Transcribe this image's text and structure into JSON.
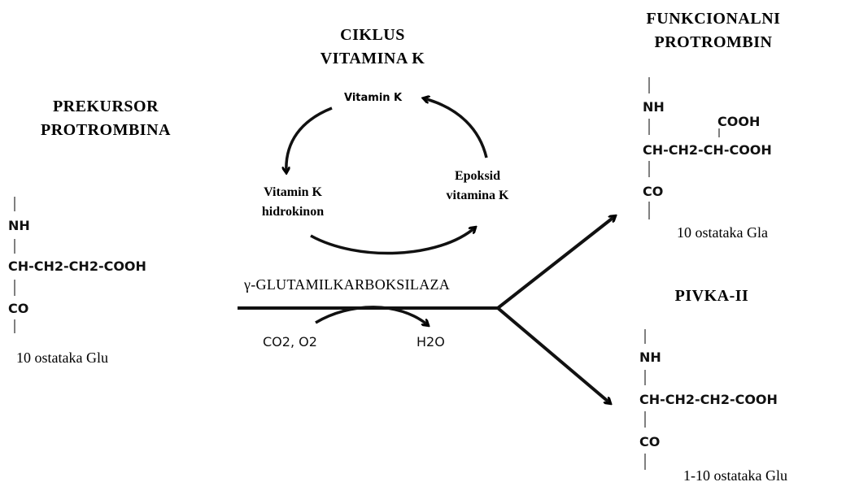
{
  "titles": {
    "cycle": [
      "CIKLUS",
      "VITAMINA  K"
    ],
    "precursor": [
      "PREKURSOR",
      "PROTROMBINA"
    ],
    "functional": [
      "FUNKCIONALNI",
      "PROTROMBIN"
    ],
    "pivka": "PIVKA-II"
  },
  "cycle": {
    "vitamin_k": "Vitamin K",
    "hydroquinone": [
      "Vitamin K",
      "hidrokinon"
    ],
    "epoxide": [
      "Epoksid",
      "vitamina K"
    ]
  },
  "reaction": {
    "enzyme": "γ-GLUTAMILKARBOKSILAZA",
    "substrates": "CO2, O2",
    "product": "H2O"
  },
  "precursor": {
    "nh": "NH",
    "chain": "CH-CH2-CH2-COOH",
    "co": "CO",
    "count": "10 ostataka Glu"
  },
  "functional": {
    "nh": "NH",
    "cooh": "COOH",
    "chain": "CH-CH2-CH-COOH",
    "co": "CO",
    "count": "10 ostataka Gla"
  },
  "pivka": {
    "nh": "NH",
    "chain": "CH-CH2-CH2-COOH",
    "co": "CO",
    "count": "1-10 ostataka Glu"
  }
}
